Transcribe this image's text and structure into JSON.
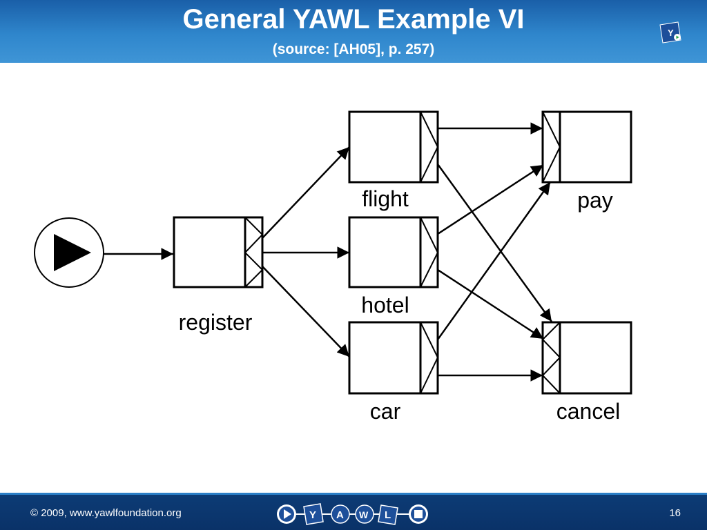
{
  "header": {
    "title": "General YAWL Example VI",
    "subtitle": "(source: [AH05], p. 257)",
    "logo_icon": "yawl-logo-icon"
  },
  "diagram": {
    "start_icon": "start-condition-play-icon",
    "tasks": [
      {
        "id": "register",
        "label": "register",
        "join": "none",
        "split": "or"
      },
      {
        "id": "flight",
        "label": "flight",
        "join": "none",
        "split": "and"
      },
      {
        "id": "hotel",
        "label": "hotel",
        "join": "none",
        "split": "and"
      },
      {
        "id": "car",
        "label": "car",
        "join": "none",
        "split": "and"
      },
      {
        "id": "pay",
        "label": "pay",
        "join": "and",
        "split": "none"
      },
      {
        "id": "cancel",
        "label": "cancel",
        "join": "or",
        "split": "none"
      }
    ],
    "flows": [
      {
        "from": "start",
        "to": "register"
      },
      {
        "from": "register",
        "to": "flight"
      },
      {
        "from": "register",
        "to": "hotel"
      },
      {
        "from": "register",
        "to": "car"
      },
      {
        "from": "flight",
        "to": "pay"
      },
      {
        "from": "flight",
        "to": "cancel"
      },
      {
        "from": "hotel",
        "to": "pay"
      },
      {
        "from": "hotel",
        "to": "cancel"
      },
      {
        "from": "car",
        "to": "pay"
      },
      {
        "from": "car",
        "to": "cancel"
      }
    ]
  },
  "footer": {
    "copyright": "© 2009, www.yawlfoundation.org",
    "page_number": "16",
    "logo_letters": [
      "Y",
      "A",
      "W",
      "L"
    ]
  },
  "colors": {
    "header_blue": "#2f86cc",
    "footer_navy": "#0a3268",
    "line": "#000000"
  }
}
